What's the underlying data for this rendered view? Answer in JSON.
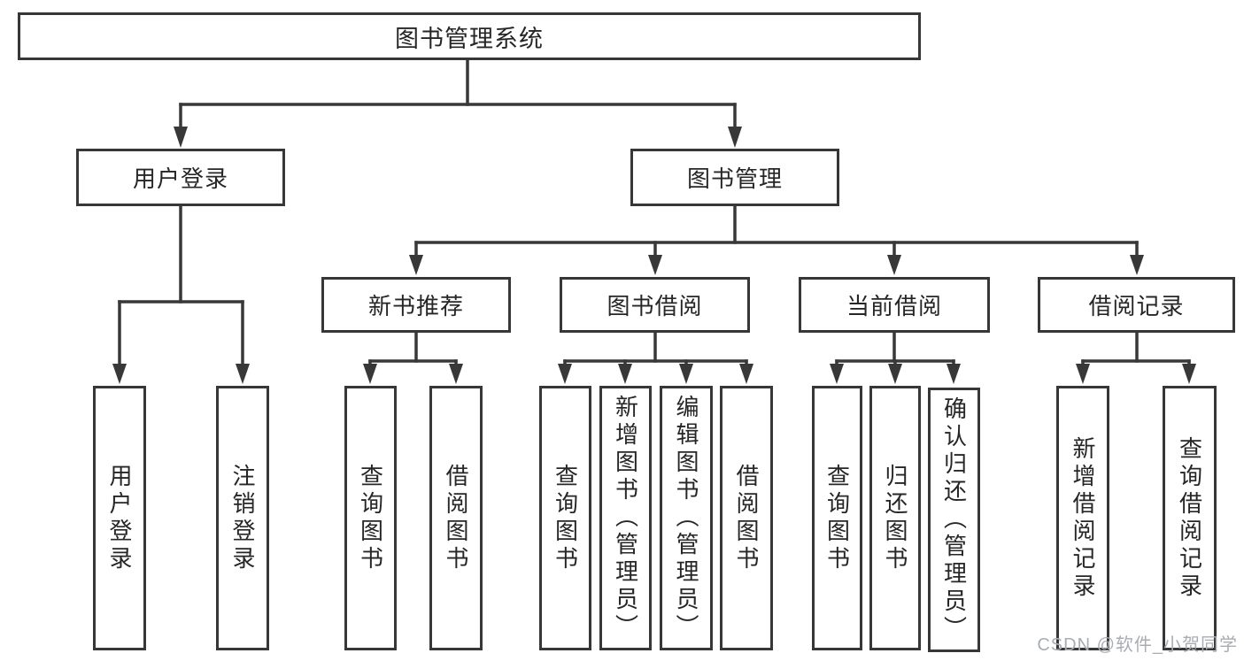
{
  "page": {
    "watermark": "CSDN @软件_小贺同学"
  },
  "tree": {
    "root": "图书管理系统",
    "branches": [
      {
        "label": "用户登录",
        "children": [
          "用户登录",
          "注销登录"
        ]
      },
      {
        "label": "图书管理",
        "groups": [
          {
            "label": "新书推荐",
            "children": [
              "查询图书",
              "借阅图书"
            ]
          },
          {
            "label": "图书借阅",
            "children": [
              "查询图书",
              "新增图书（管理员）",
              "编辑图书（管理员）",
              "借阅图书"
            ]
          },
          {
            "label": "当前借阅",
            "children": [
              "查询图书",
              "归还图书",
              "确认归还（管理员）"
            ]
          },
          {
            "label": "借阅记录",
            "children": [
              "新增借阅记录",
              "查询借阅记录"
            ]
          }
        ]
      }
    ]
  }
}
